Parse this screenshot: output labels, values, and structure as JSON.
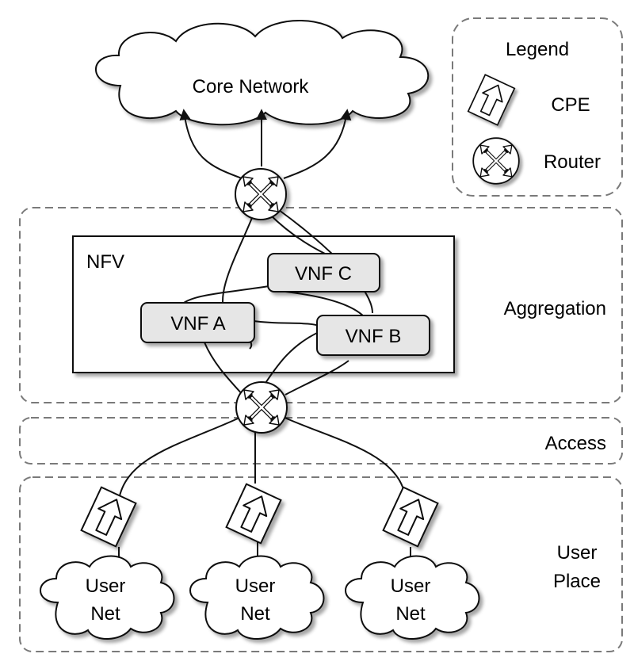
{
  "core": {
    "label": "Core Network"
  },
  "legend": {
    "title": "Legend",
    "items": [
      {
        "icon": "cpe-icon",
        "label": "CPE"
      },
      {
        "icon": "router-icon",
        "label": "Router"
      }
    ]
  },
  "zones": {
    "aggregation": "Aggregation",
    "access": "Access",
    "user_place": [
      "User",
      "Place"
    ]
  },
  "nfv": {
    "title": "NFV",
    "vnfs": {
      "a": "VNF A",
      "b": "VNF B",
      "c": "VNF C"
    }
  },
  "user_nets": [
    {
      "line1": "User",
      "line2": "Net"
    },
    {
      "line1": "User",
      "line2": "Net"
    },
    {
      "line1": "User",
      "line2": "Net"
    }
  ]
}
